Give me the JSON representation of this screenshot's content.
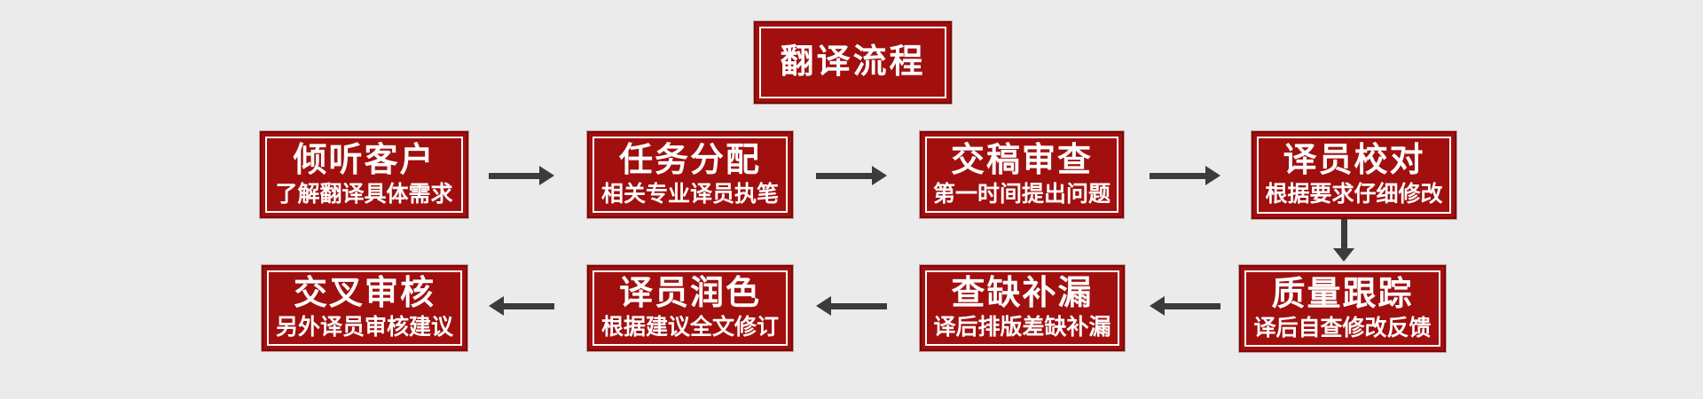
{
  "title": {
    "label": "翻译流程"
  },
  "colors": {
    "page_bg": "#EBEBEB",
    "box_fill": "#A20F0F",
    "box_border": "#7E0606",
    "inner_border": "#FFFFFF",
    "text": "#FFFFFF",
    "arrow": "#3B3B3B"
  },
  "flow": {
    "row1": [
      {
        "title": "倾听客户",
        "subtitle": "了解翻译具体需求"
      },
      {
        "title": "任务分配",
        "subtitle": "相关专业译员执笔"
      },
      {
        "title": "交稿审查",
        "subtitle": "第一时间提出问题"
      },
      {
        "title": "译员校对",
        "subtitle": "根据要求仔细修改"
      }
    ],
    "row2": [
      {
        "title": "交叉审核",
        "subtitle": "另外译员审核建议"
      },
      {
        "title": "译员润色",
        "subtitle": "根据建议全文修订"
      },
      {
        "title": "查缺补漏",
        "subtitle": "译后排版差缺补漏"
      },
      {
        "title": "质量跟踪",
        "subtitle": "译后自查修改反馈"
      }
    ]
  }
}
